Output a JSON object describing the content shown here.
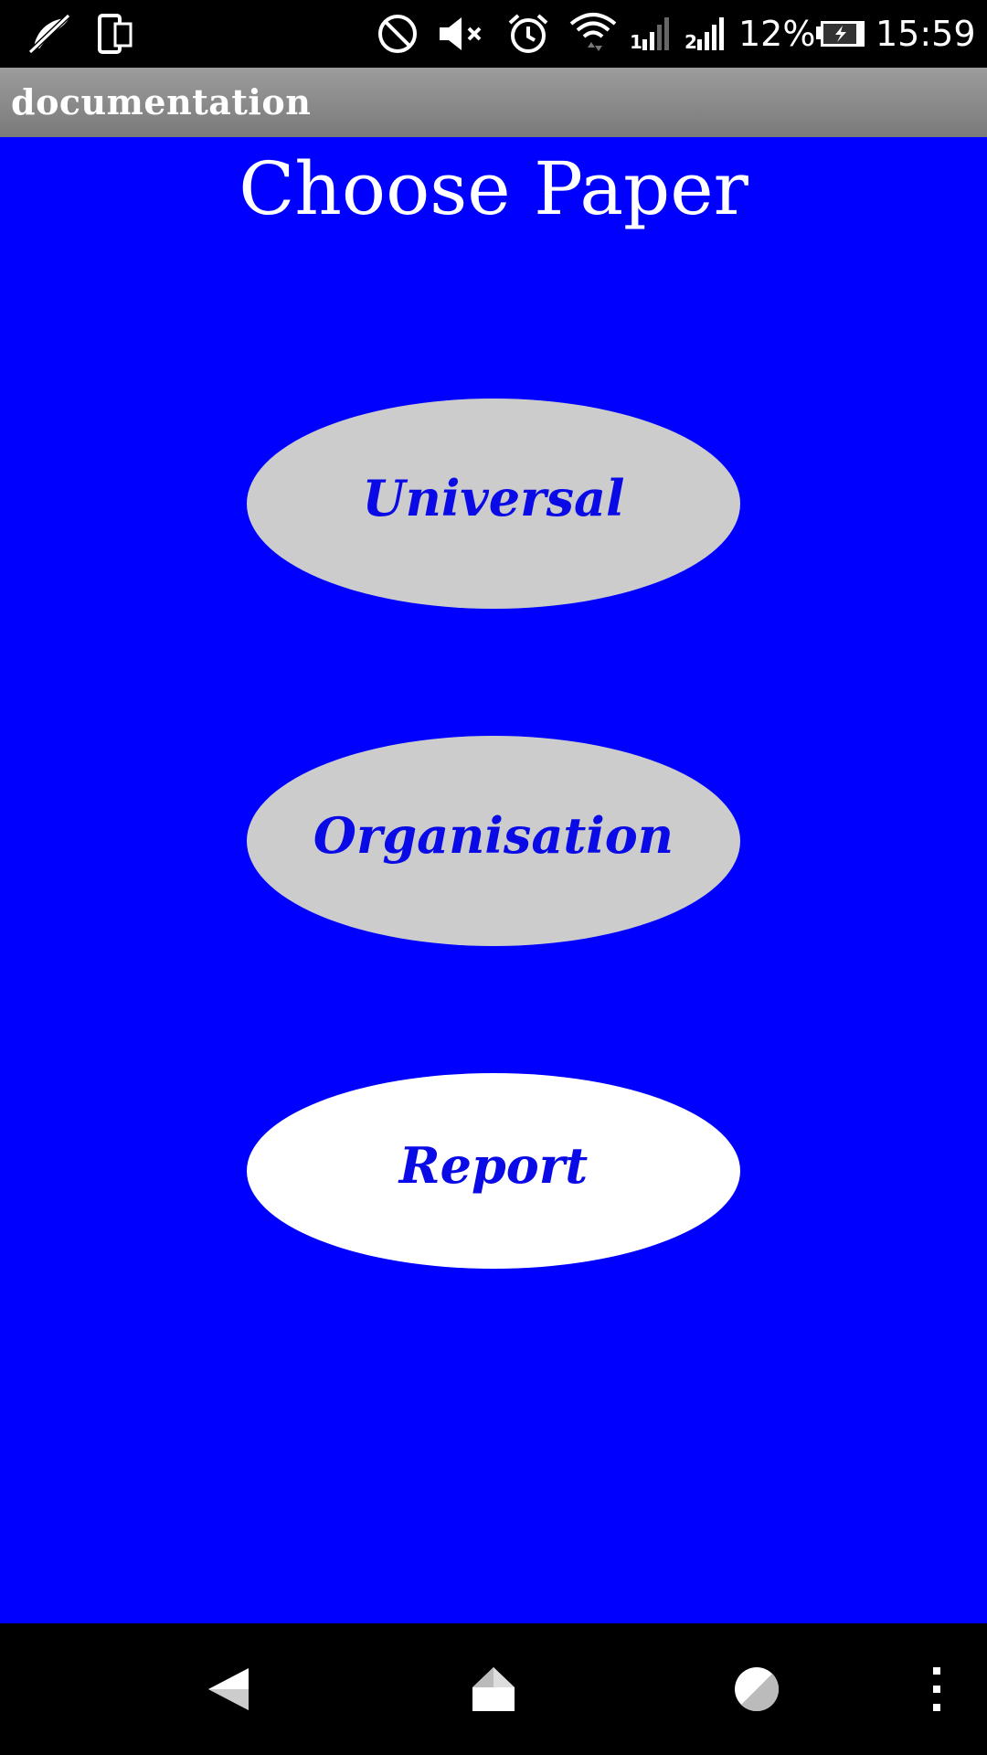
{
  "status_bar": {
    "battery_percent_label": "12%",
    "time": "15:59",
    "icons": [
      "no-sync-icon",
      "screen-rotate-icon",
      "do-not-disturb-icon",
      "mute-icon",
      "alarm-icon",
      "wifi-icon",
      "signal-sim1-icon",
      "signal-sim2-icon",
      "battery-charging-icon"
    ]
  },
  "app_bar": {
    "title": "documentation"
  },
  "main": {
    "title": "Choose Paper",
    "options": [
      {
        "label": "Universal",
        "background": "#cccccc"
      },
      {
        "label": "Organisation",
        "background": "#cccccc"
      },
      {
        "label": "Report",
        "background": "#ffffff"
      }
    ]
  },
  "nav_bar": {
    "icons": [
      "back-icon",
      "home-icon",
      "recents-icon",
      "overflow-menu-icon"
    ]
  },
  "colors": {
    "content_background": "#0000ff",
    "option_text": "#0a0ae6",
    "app_bar": "#8a8a8a"
  }
}
